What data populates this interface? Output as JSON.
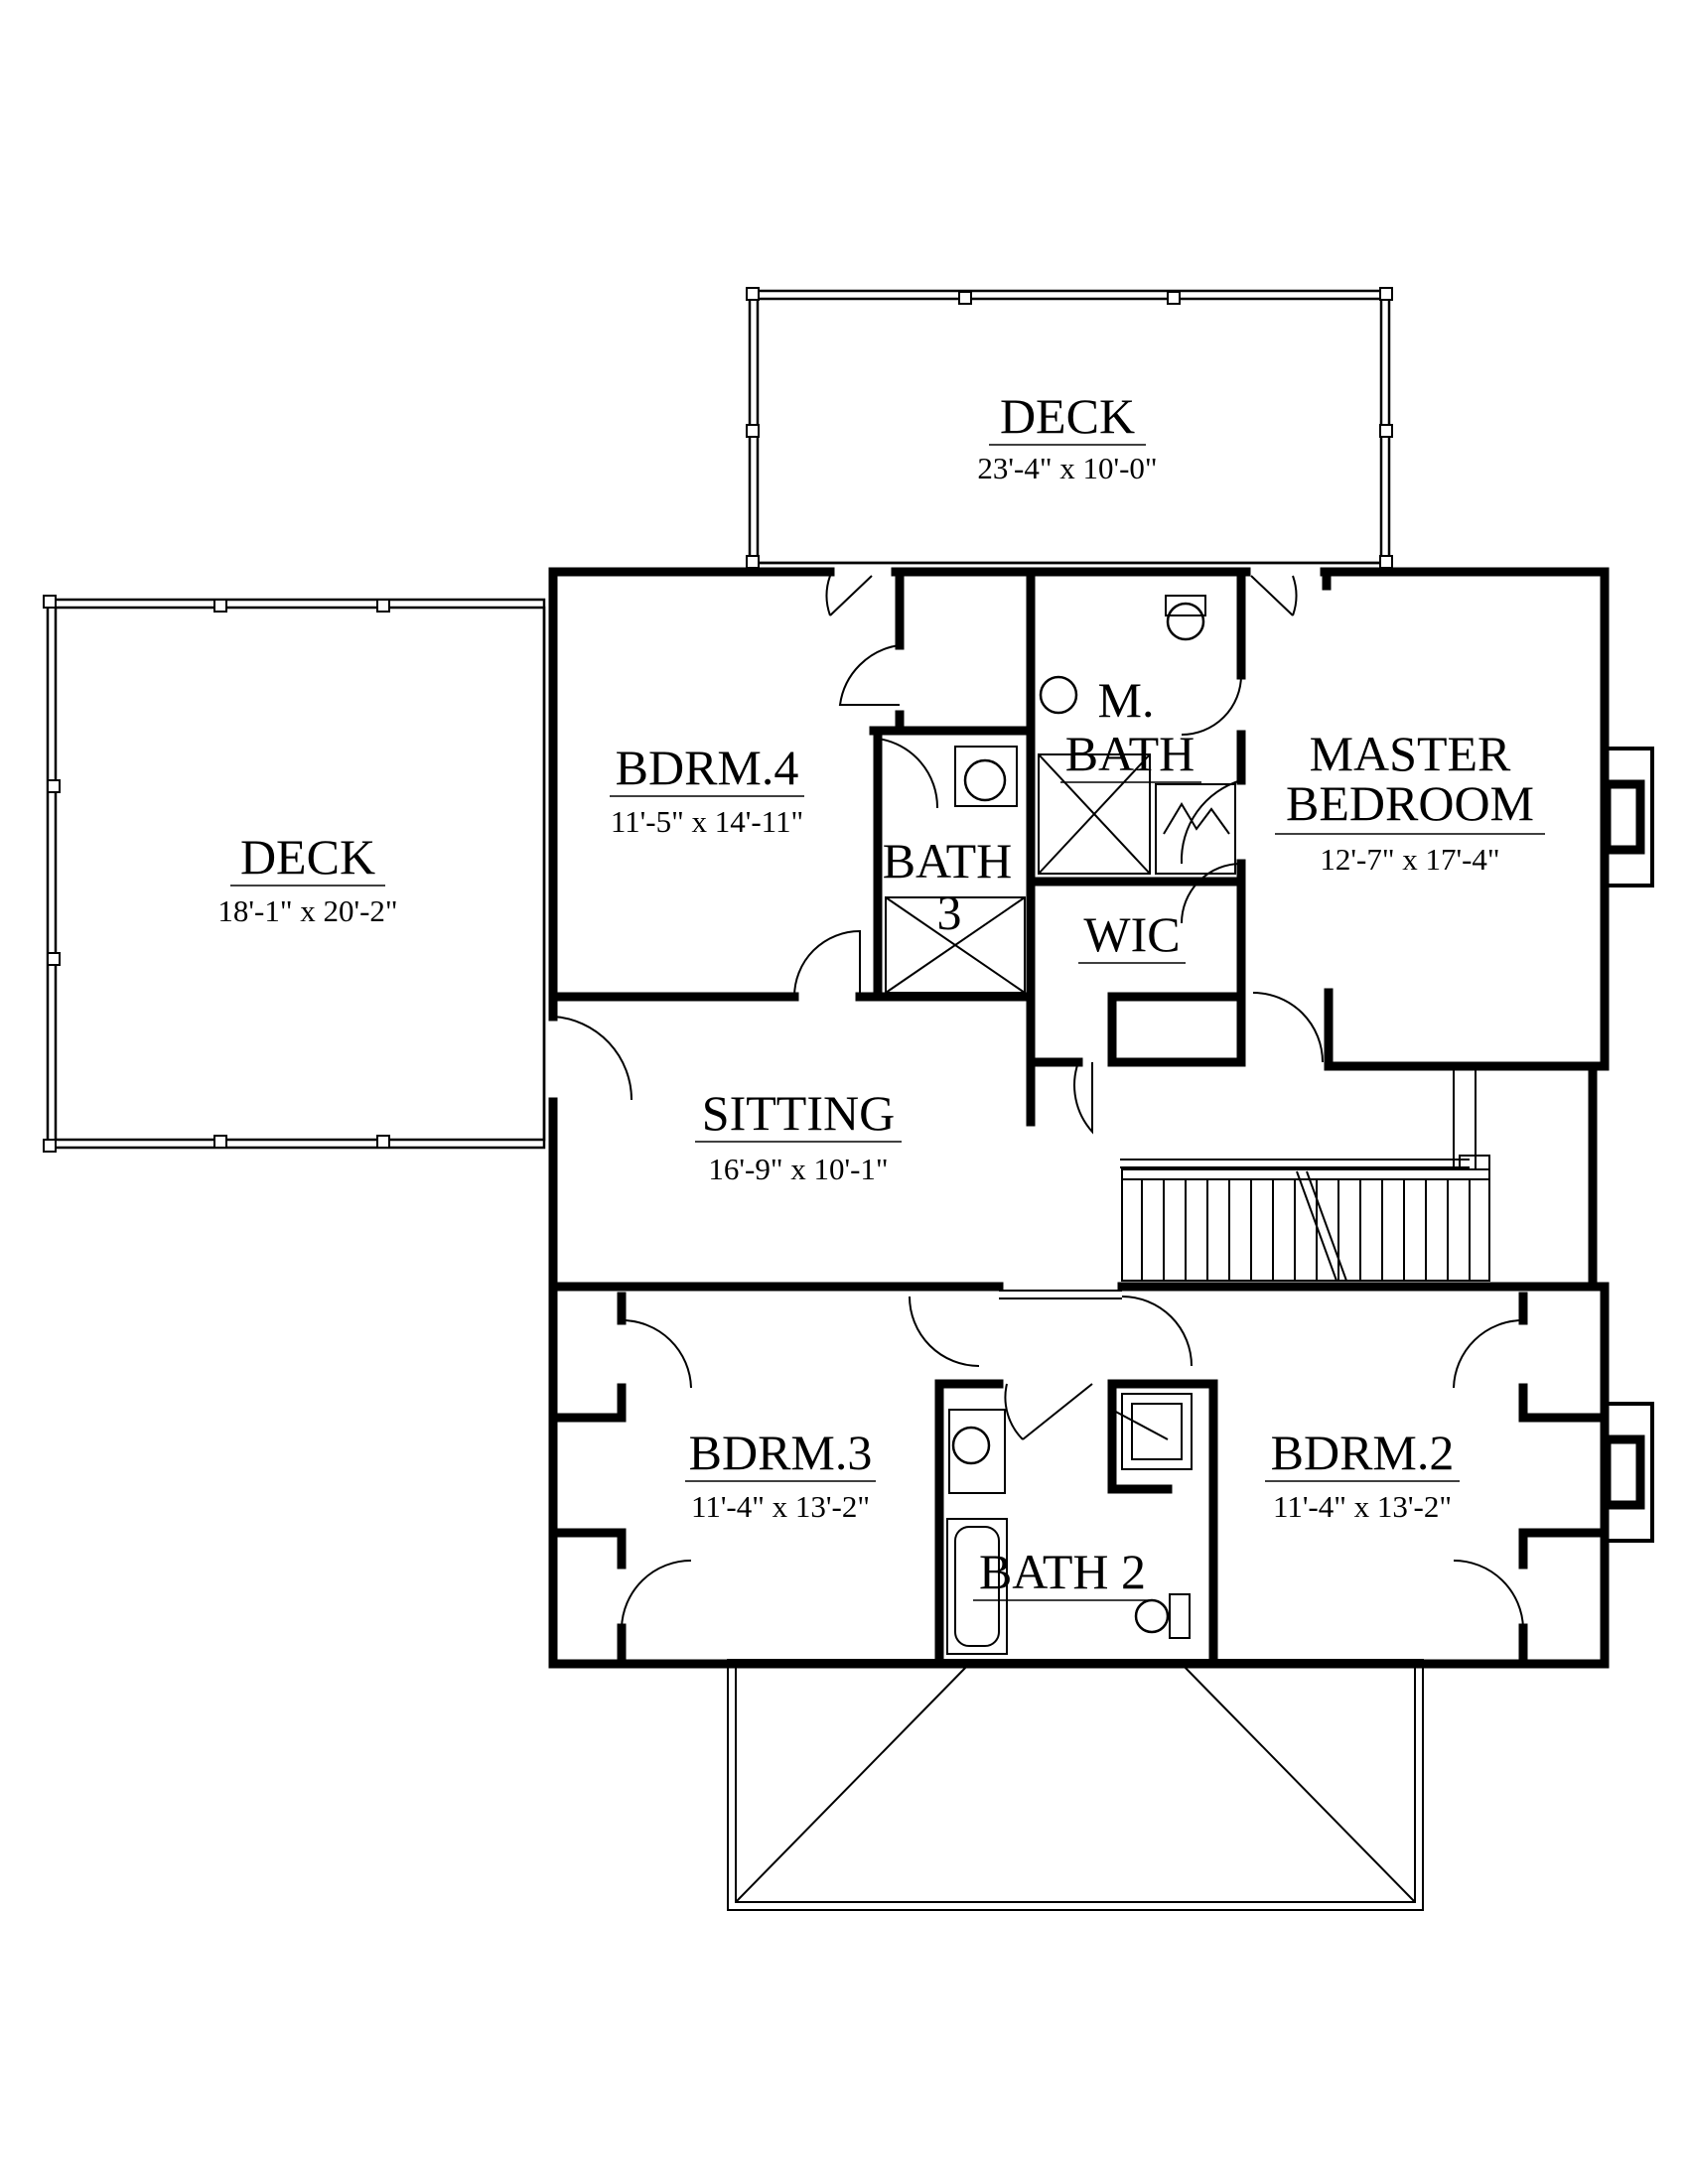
{
  "rooms": {
    "deck_top": {
      "name": "DECK",
      "dims": "23'-4\" x 10'-0\""
    },
    "deck_left": {
      "name": "DECK",
      "dims": "18'-1\" x 20'-2\""
    },
    "bdrm4": {
      "name": "BDRM.4",
      "dims": "11'-5\" x 14'-11\""
    },
    "m_bath": {
      "line1": "M.",
      "line2": "BATH"
    },
    "master": {
      "line1": "MASTER",
      "line2": "BEDROOM",
      "dims": "12'-7\" x 17'-4\""
    },
    "bath3": {
      "line1": "BATH",
      "line2": "3"
    },
    "wic": {
      "name": "WIC"
    },
    "sitting": {
      "name": "SITTING",
      "dims": "16'-9\" x 10'-1\""
    },
    "bdrm3": {
      "name": "BDRM.3",
      "dims": "11'-4\" x 13'-2\""
    },
    "bdrm2": {
      "name": "BDRM.2",
      "dims": "11'-4\" x 13'-2\""
    },
    "bath2": {
      "name": "BATH 2"
    }
  }
}
